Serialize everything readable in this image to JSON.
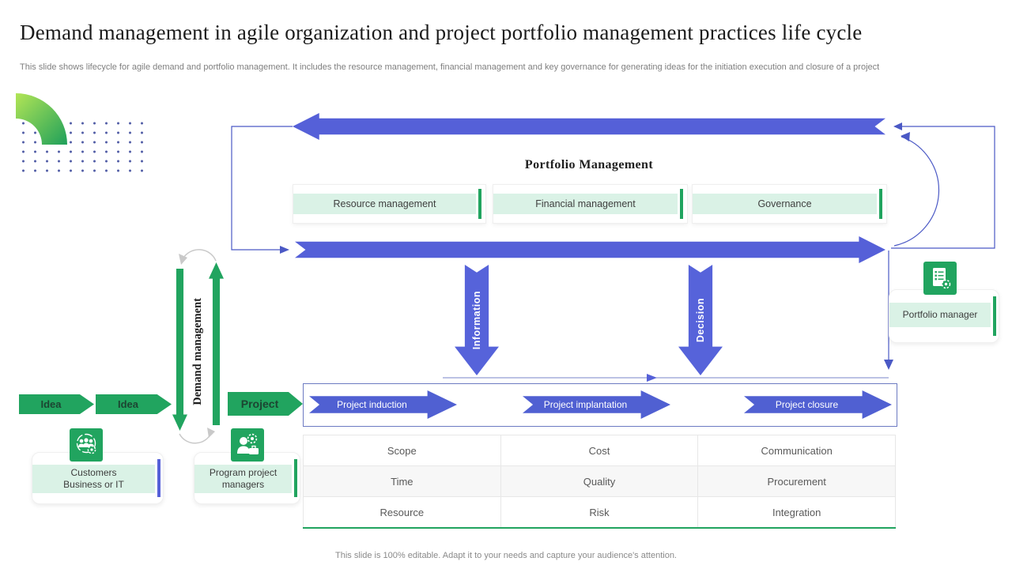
{
  "slide": {
    "title": "Demand management in agile organization and project portfolio management practices life cycle",
    "subtitle": "This slide shows lifecycle for agile demand and portfolio management. It includes  the resource  management, financial management and key governance for generating ideas for the initiation execution and closure of a project",
    "footer": "This slide is 100% editable. Adapt it to your needs and capture your audience's attention."
  },
  "portfolio": {
    "heading": "Portfolio  Management",
    "boxes": [
      "Resource management",
      "Financial management",
      "Governance"
    ]
  },
  "flow_labels": {
    "information": "Information",
    "decision": "Decision",
    "demand": "Demand management",
    "idea_1": "Idea",
    "idea_2": "Idea",
    "project": "Project"
  },
  "stages": [
    "Project induction",
    "Project implantation",
    "Project closure"
  ],
  "actors": {
    "customers_line1": "Customers",
    "customers_line2": "Business or IT",
    "program_line1": "Program  project",
    "program_line2": "managers",
    "portfolio_manager": "Portfolio  manager"
  },
  "table": {
    "rows": [
      [
        "Scope",
        "Cost",
        "Communication"
      ],
      [
        "Time",
        "Quality",
        "Procurement"
      ],
      [
        "Resource",
        "Risk",
        "Integration"
      ]
    ]
  },
  "icons": {
    "customers": "people-group-icon",
    "program_managers": "person-gear-icon",
    "portfolio_manager": "document-gear-icon"
  },
  "colors": {
    "arrow_blue": "#5560d8",
    "green": "#21a45f",
    "light_green_stripe": "#daf2e6",
    "connector_blue": "#5a67c0",
    "dot_blue": "#5560a8",
    "gray_text": "#595959"
  }
}
